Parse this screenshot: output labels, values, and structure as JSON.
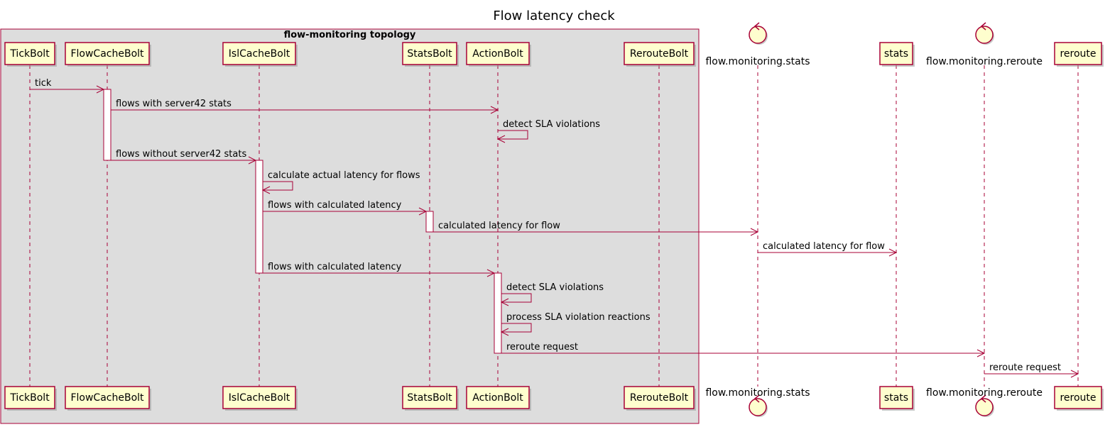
{
  "title": "Flow latency check",
  "group": {
    "label": "flow-monitoring topology",
    "fill": "#dddddd",
    "stroke": "#a80036"
  },
  "colors": {
    "line": "#a80036",
    "participant_fill": "#fefece",
    "activation_fill": "#ffffff"
  },
  "participants": [
    {
      "id": "tick",
      "label": "TickBolt",
      "kind": "participant"
    },
    {
      "id": "flowcache",
      "label": "FlowCacheBolt",
      "kind": "participant"
    },
    {
      "id": "islcache",
      "label": "IslCacheBolt",
      "kind": "participant"
    },
    {
      "id": "stats",
      "label": "StatsBolt",
      "kind": "participant"
    },
    {
      "id": "action",
      "label": "ActionBolt",
      "kind": "participant"
    },
    {
      "id": "reroute",
      "label": "RerouteBolt",
      "kind": "participant"
    },
    {
      "id": "q_stats",
      "label": "flow.monitoring.stats",
      "kind": "control"
    },
    {
      "id": "ext_stats",
      "label": "stats",
      "kind": "participant"
    },
    {
      "id": "q_reroute",
      "label": "flow.monitoring.reroute",
      "kind": "control"
    },
    {
      "id": "ext_reroute",
      "label": "reroute",
      "kind": "participant"
    }
  ],
  "messages": [
    {
      "from": "tick",
      "to": "flowcache",
      "label": "tick"
    },
    {
      "from": "flowcache",
      "to": "action",
      "label": "flows with server42 stats"
    },
    {
      "from": "action",
      "to": "action",
      "label": "detect SLA violations"
    },
    {
      "from": "flowcache",
      "to": "islcache",
      "label": "flows without server42 stats"
    },
    {
      "from": "islcache",
      "to": "islcache",
      "label": "calculate actual latency for flows"
    },
    {
      "from": "islcache",
      "to": "stats",
      "label": "flows with calculated latency"
    },
    {
      "from": "stats",
      "to": "q_stats",
      "label": "calculated latency for flow"
    },
    {
      "from": "q_stats",
      "to": "ext_stats",
      "label": "calculated latency for flow"
    },
    {
      "from": "islcache",
      "to": "action",
      "label": "flows with calculated latency"
    },
    {
      "from": "action",
      "to": "action",
      "label": "detect SLA violations"
    },
    {
      "from": "action",
      "to": "action",
      "label": "process SLA violation reactions"
    },
    {
      "from": "action",
      "to": "q_reroute",
      "label": "reroute request"
    },
    {
      "from": "q_reroute",
      "to": "ext_reroute",
      "label": "reroute request"
    }
  ],
  "activations": [
    {
      "participant": "flowcache"
    },
    {
      "participant": "islcache"
    },
    {
      "participant": "stats"
    },
    {
      "participant": "action"
    }
  ]
}
